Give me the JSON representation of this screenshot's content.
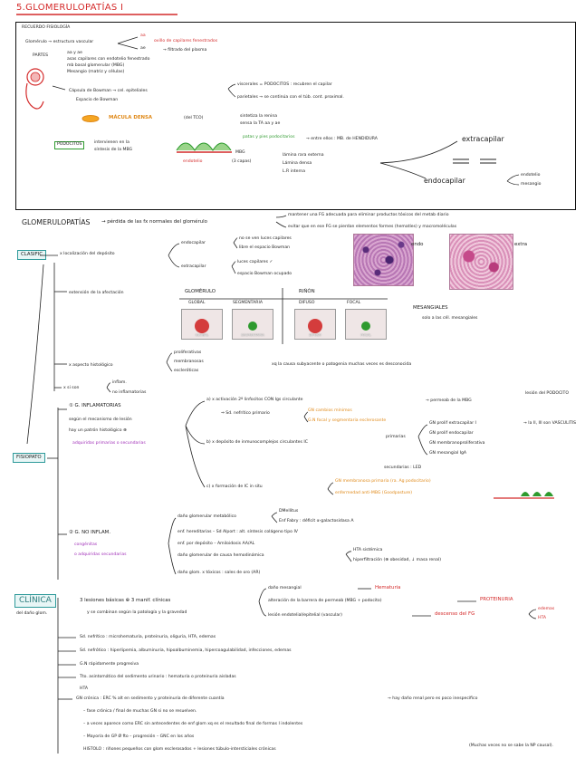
{
  "title": "5.GLOMERULOPATÍAS I",
  "recuerdo": {
    "heading": "RECUERDO FISIOLOGÍA",
    "glomerulo": "Glomérulo → estructura vascular",
    "aa": "aa",
    "ae": "ae",
    "ovillo": "ovillo de capilares fenestrados",
    "filtrado": "→ filtrado del plasma",
    "partes": "PARTES",
    "p1": "aa y ae",
    "p2": "asas capilares con endotelio fenestrado",
    "p3": "mb basal glomerular (MBG)",
    "p4": "Mesangio (matriz y células)",
    "capsula": "Cápsula de Bowman → cel. epiteliales",
    "espacio": "Espacio de Bowman",
    "visceral": "viscerales = PODOCITOS : recubren el capilar",
    "parietal": "parietales → se continúa con el túb. cont. proximal.",
    "macula": "MÁCULA DENSA",
    "tco": "(del TCO)",
    "sintetiza1": "sintetiza la renina",
    "sintetiza2": "sensa la TA aa y ae",
    "podocitos": "PODOCITOS",
    "intervienen1": "intervienen en la",
    "intervienen2": "síntesis de la MBG",
    "podocitos_label": "endotelio",
    "patas": "patas y pies podocitarios",
    "entre": "→ entre ellos : MB. de HENDIDURA",
    "mbg": "MBG",
    "capas": "(3 capas)",
    "c1": "lámina rara externa",
    "c2": "Lámina densa",
    "c3": "L.R interna",
    "extracapilar": "extracapilar",
    "endocapilar": "endocapilar",
    "endotelio": "endotelio",
    "mesangio": "mesangio"
  },
  "definition": {
    "label": "GLOMERULOPATÍAS",
    "text": "→ pérdida de las fx normales del glomérulo",
    "f1": "mantener una FG adecuada para eliminar productos tóxicos del metab diario",
    "f2": "evitar que en ese FG se pierdan elementos formes (hematíes) y macromoléculas"
  },
  "clasif": {
    "label": "CLASIFIC",
    "localizacion": "x localización del depósito",
    "endo": "endocapilar",
    "endo1": "no se ven luces capilares",
    "endo2": "libre el espacio Bowman",
    "extra": "extracapilar",
    "extra1": "luces capilares ✓",
    "extra2": "espacio Bowman ocupado",
    "endo_img": "endo",
    "extra_img": "extra",
    "extension": "extensión de la afectación",
    "glomerulo": "GLOMÉRULO",
    "rinon": "RIÑÓN",
    "global": "GLOBAL",
    "segmentaria": "SEGMENTARIA",
    "difuso": "DIFUSO",
    "focal": "FOCAL",
    "mesangiales": "MESANGIALES",
    "mesangiales_sub": "solo a las cél. mesangiales",
    "aspecto": "x aspecto histológico",
    "a1": "proliferativas",
    "a2": "membranosas",
    "a3": "escleróticas",
    "causa": "xq la causa subyacente o patogenia muchas veces es desconocida",
    "si_son": "x si son",
    "inflam": "inflam.",
    "no_inflam": "no inflamatorias"
  },
  "fisiopato": {
    "label": "FISIOPATO",
    "g_inflam": "① G. INFLAMATORIAS",
    "segun": "según el mecanismo de lesión",
    "hay": "hay un patrón histológico ⊕",
    "adquiridas": "adquiridas primarias o secundarias",
    "a": "a) x activación 2º linfocitos CON Igs circulante",
    "permeab": "→ permeab de la MBG",
    "lesion": "lesión del PODOCITO",
    "sd_nefritico": "⇒ Sd. nefrítico primario",
    "gn_aguda": "GN cambios mínimos",
    "gn_focal": "G.N focal y segmentaria esclerosante",
    "b": "b) x depósito de inmunocomplejos circulantes IC",
    "primarias": "primarias",
    "gn1": "GN prolif extracapilar I",
    "gn2": "GN prolif endocapilar",
    "gn3": "GN membranoproliferativa",
    "gn4": "GN mesangial IgA",
    "tipos": "→ la II, III son VASCULITIS",
    "secundarias": "secundarias : LED",
    "c": "c) x formación de IC in situ",
    "c1": "GN membranosa primaria (ra. Ag podocitario)",
    "c2": "enfermedad anti-MBG (Goodpasture)",
    "g_no_inflam": "② G. NO INFLAM.",
    "congenitas": "congénitas",
    "adq_sec": "o adquiridas secundarias",
    "n1": "daño glomerular metabólico",
    "n1a": "DMellitus",
    "n1b": "Enf Fabry : déficit α-galactosidasa A",
    "n2": "enf. hereditarias – Sd Alport : alt. síntesis colágeno tipo IV",
    "n3": "enf. por depósito – Amiloidosis AA/AL",
    "n4": "daño glomerular de causa hemodinámica",
    "n4a": "HTA sistémica",
    "n4b": "hiperfiltración (⊕ obesidad, ↓ masa renal)",
    "n5": "daño glom. x tóxicos : sales de oro (AR)"
  },
  "clinica": {
    "label": "CLÍNICA",
    "sub": "del daño glom.",
    "lesiones": "3 lesiones básicas ⊕ 3 manif. clínicas",
    "combinan": "y se combinan según la patología y la gravedad",
    "l1": "daño mesangial",
    "r1": "Hematuria",
    "l2": "alteración de la barrera de permeab (MBG + podocito)",
    "r2": "PROTEINURIA",
    "l3": "lesión endotelial/epitelial (vascular)",
    "r3": "descenso del FG",
    "r3a": "edemas",
    "r3b": "HTA",
    "sd1": "Sd. nefrítico : microhematuria, proteinuria, oliguria, HTA, edemas",
    "sd2": "Sd. nefrótico : hiperlipemia, albuminuria, hipoalbuminemia, hipercoagulabilidad, infecciones, edemas",
    "sd3": "G.N rápidamente progresiva",
    "sd4": "Tto. asintomático del sedimento urinario : hematuria o proteinuria aisladas",
    "hta": "HTA",
    "cronica": "GN crónica : ERC % alt en sedimento y proteinuria de diferente cuantía",
    "cronica_r": "→ hay daño renal pero es poco inespecífico",
    "cr1": "– fase crónica / final de muchas GN si no se resuelven.",
    "cr2": "– a veces aparece como ERC sin antecedentes de enf glom xq es el resultado final de formas I indolentes",
    "cr3": "– Mayoría de GP Ø fto – progresión – GNC en los años",
    "cr4": "HISTOLO : riñones pequeños con glom esclerosados + lesiones túbulo-intersticiales crónicas",
    "cr4b": "(Muchas veces no se sabe la NP causal)."
  }
}
